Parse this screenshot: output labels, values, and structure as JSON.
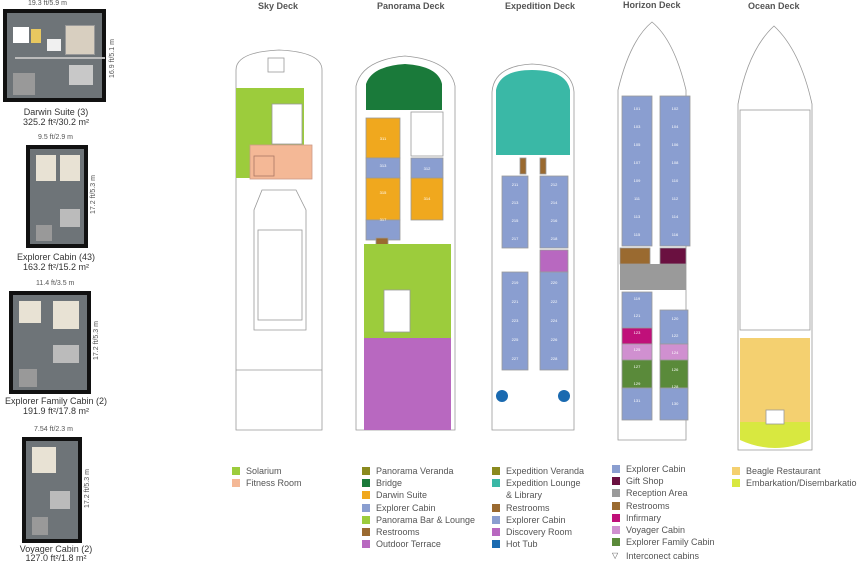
{
  "cabins": [
    {
      "id": "darwin",
      "top_dim": "19.3 ft/5.9 m",
      "side_dim": "16.9 ft/5.1 m",
      "name": "Darwin Suite (3)",
      "area": "325.2 ft²/30.2 m²"
    },
    {
      "id": "explorer",
      "top_dim": "9.5 ft/2.9 m",
      "side_dim": "17.2 ft/5.3 m",
      "name": "Explorer Cabin (43)",
      "area": "163.2 ft²/15.2 m²"
    },
    {
      "id": "family",
      "top_dim": "11.4 ft/3.5 m",
      "side_dim": "17.2 ft/5.3 m",
      "name": "Explorer Family Cabin (2)",
      "area": "191.9 ft²/17.8 m²"
    },
    {
      "id": "voyager",
      "top_dim": "7.54 ft/2.3 m",
      "side_dim": "17.2 ft/5.3 m",
      "name": "Voyager Cabin (2)",
      "area": "127.0 ft²/1.8 m²"
    }
  ],
  "decks": [
    {
      "title": "Sky Deck",
      "legend": [
        {
          "label": "Solarium",
          "color": "#9ccc3c"
        },
        {
          "label": "Fitness Room",
          "color": "#f4b896"
        }
      ]
    },
    {
      "title": "Panorama Deck",
      "legend": [
        {
          "label": "Panorama Veranda",
          "color": "#8a8a1e"
        },
        {
          "label": "Bridge",
          "color": "#1a7a3a"
        },
        {
          "label": "Darwin Suite",
          "color": "#f0a81e"
        },
        {
          "label": "Explorer Cabin",
          "color": "#8a9ed0"
        },
        {
          "label": "Panorama Bar & Lounge",
          "color": "#9ccc3c"
        },
        {
          "label": "Restrooms",
          "color": "#9a6a30"
        },
        {
          "label": "Outdoor Terrace",
          "color": "#b868c0"
        }
      ]
    },
    {
      "title": "Expedition Deck",
      "legend": [
        {
          "label": "Expedition Veranda",
          "color": "#8a8a1e"
        },
        {
          "label": "Expedition Lounge",
          "color": "#3ab8a6"
        },
        {
          "label": "& Library",
          "color": ""
        },
        {
          "label": "Restrooms",
          "color": "#9a6a30"
        },
        {
          "label": "Explorer Cabin",
          "color": "#8a9ed0"
        },
        {
          "label": "Discovery Room",
          "color": "#b868c0"
        },
        {
          "label": "Hot Tub",
          "color": "#1a6ab0"
        }
      ]
    },
    {
      "title": "Horizon Deck",
      "legend": [
        {
          "label": "Explorer  Cabin",
          "color": "#8a9ed0"
        },
        {
          "label": "Gift Shop",
          "color": "#6a1040"
        },
        {
          "label": "Reception Area",
          "color": "#9a9a9a"
        },
        {
          "label": "Restrooms",
          "color": "#9a6a30"
        },
        {
          "label": "Infirmary",
          "color": "#c0107a"
        },
        {
          "label": "Voyager  Cabin",
          "color": "#d090d0"
        },
        {
          "label": "Explorer Family Cabin",
          "color": "#5a8a3a"
        },
        {
          "label": "Interconect cabins",
          "color": "",
          "icon": "down-triangle-icon"
        }
      ]
    },
    {
      "title": "Ocean Deck",
      "legend": [
        {
          "label": "Beagle Restaurant",
          "color": "#f4d070"
        },
        {
          "label": "Embarkation/Disembarkation",
          "color": "#d8e840"
        }
      ]
    }
  ],
  "cabin_numbers": {
    "panorama": [
      "311",
      "313",
      "315",
      "317",
      "312",
      "314",
      "316"
    ],
    "expedition_left": [
      "211",
      "213",
      "215",
      "217",
      "219",
      "221",
      "223",
      "225",
      "227"
    ],
    "expedition_right": [
      "212",
      "214",
      "216",
      "218",
      "220",
      "222",
      "224",
      "226",
      "228"
    ],
    "horizon_left": [
      "101",
      "103",
      "105",
      "107",
      "109",
      "111",
      "113",
      "115",
      "119",
      "121",
      "123",
      "125",
      "127",
      "129",
      "131"
    ],
    "horizon_right": [
      "102",
      "104",
      "106",
      "108",
      "110",
      "112",
      "114",
      "116",
      "120",
      "122",
      "124",
      "126",
      "128",
      "130"
    ]
  }
}
